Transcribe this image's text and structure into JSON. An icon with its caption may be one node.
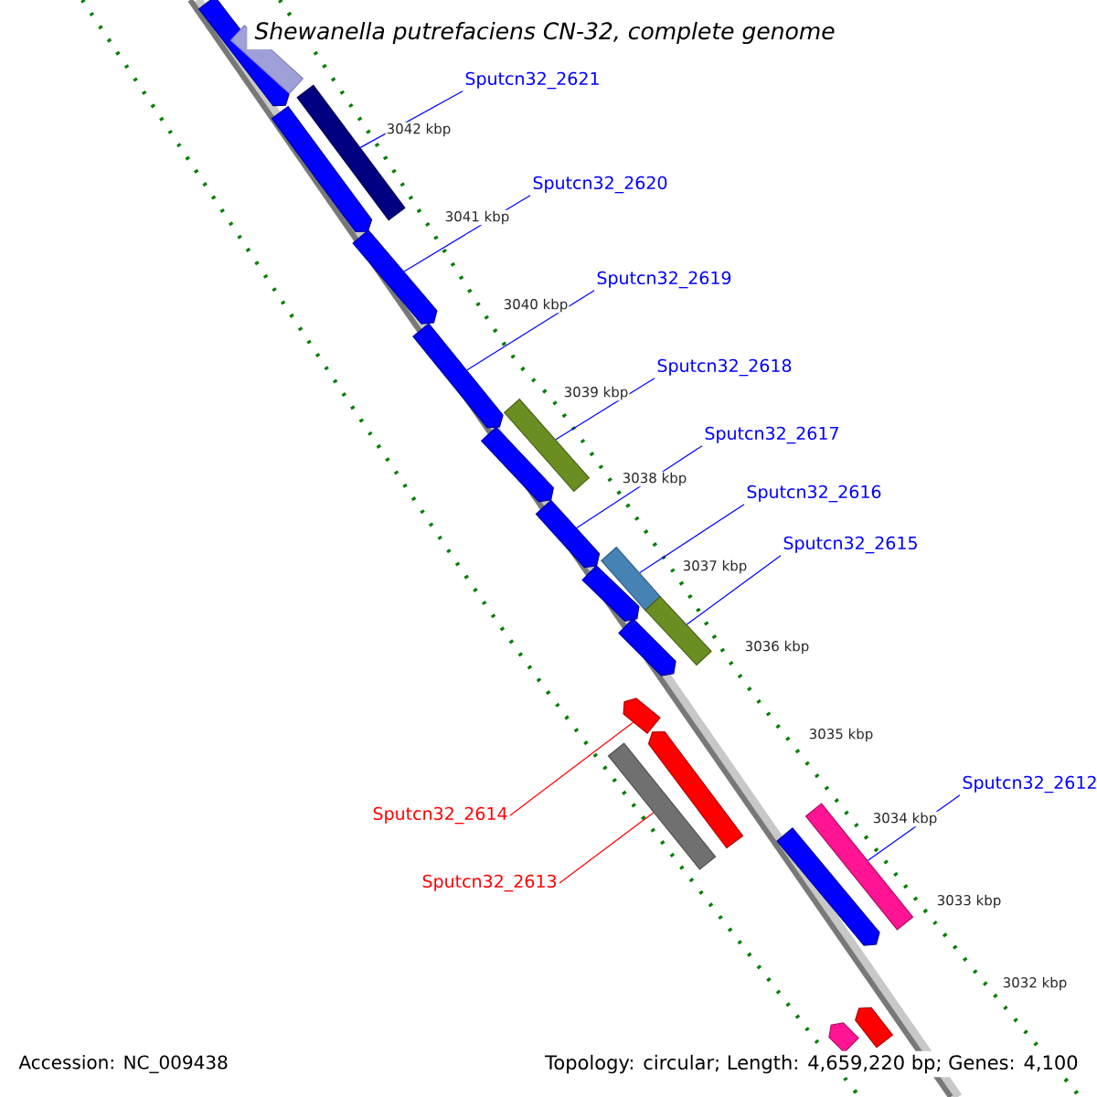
{
  "diagram": {
    "title": "Shewanella putrefaciens CN-32, complete genome",
    "nodes": [
      {
        "text": [
          "Sputcn32_2621"
        ]
      },
      {
        "text": [
          "Sputcn32_2620"
        ]
      },
      {
        "text": [
          "Sputcn32_2619"
        ]
      },
      {
        "text": [
          "Sputcn32_2618"
        ]
      },
      {
        "text": [
          "Sputcn32_2617"
        ]
      },
      {
        "text": [
          "Sputcn32_2616"
        ]
      },
      {
        "text": [
          "Sputcn32_2615"
        ]
      },
      {
        "text": [
          "Sputcn32_2614"
        ]
      },
      {
        "text": [
          "Sputcn32_2613"
        ]
      },
      {
        "text": [
          "Sputcn32_2612"
        ]
      },
      {
        "text": [],
        "shape": "bar"
      },
      {
        "text": [],
        "shape": "bar"
      },
      {
        "text": [],
        "shape": "bar"
      },
      {
        "text": [],
        "shape": "bar"
      },
      {
        "text": [],
        "shape": "bar"
      },
      {
        "text": [],
        "shape": "bar"
      },
      {
        "text": [],
        "shape": "bar"
      },
      {
        "text": [],
        "shape": "bar"
      },
      {
        "text": [],
        "shape": "bar"
      },
      {
        "text": [],
        "shape": "bar"
      },
      {
        "text": [],
        "shape": "bar"
      },
      {
        "text": [],
        "shape": "bar"
      },
      {
        "text": [],
        "shape": "bar"
      },
      {
        "text": [],
        "shape": "bar"
      },
      {
        "text": [],
        "shape": "bar"
      },
      {
        "text": [],
        "shape": "bar"
      },
      {
        "text": [],
        "shape": "bar"
      },
      {
        "text": [],
        "shape": "bar"
      },
      {
        "text": [],
        "shape": "bar"
      },
      {
        "text": [],
        "shape": "bar"
      }
    ],
    "edges": [
      {
        "from": 0,
        "to": 12,
        "arrow": "none"
      },
      {
        "from": 1,
        "to": 14,
        "arrow": "none"
      },
      {
        "from": 2,
        "to": 15,
        "arrow": "none"
      },
      {
        "from": 3,
        "to": 16,
        "arrow": "none"
      },
      {
        "from": 4,
        "to": 18,
        "arrow": "none"
      },
      {
        "from": 5,
        "to": 19,
        "arrow": "none"
      },
      {
        "from": 6,
        "to": 21,
        "arrow": "none"
      },
      {
        "from": 7,
        "to": 23,
        "arrow": "none",
        "color": "#ff0000"
      },
      {
        "from": 8,
        "to": 25,
        "arrow": "none",
        "color": "#ff0000"
      },
      {
        "from": 9,
        "to": 26,
        "arrow": "none"
      }
    ],
    "labels": [
      "3042 kbp",
      "3041 kbp",
      "3040 kbp",
      "3039 kbp",
      "3038 kbp",
      "3037 kbp",
      "3036 kbp",
      "3035 kbp",
      "3034 kbp",
      "3033 kbp",
      "3032 kbp",
      "Accession: NC_009438",
      "Topology: circular; Length: 4,659,220 bp; Genes: 4,100"
    ]
  }
}
